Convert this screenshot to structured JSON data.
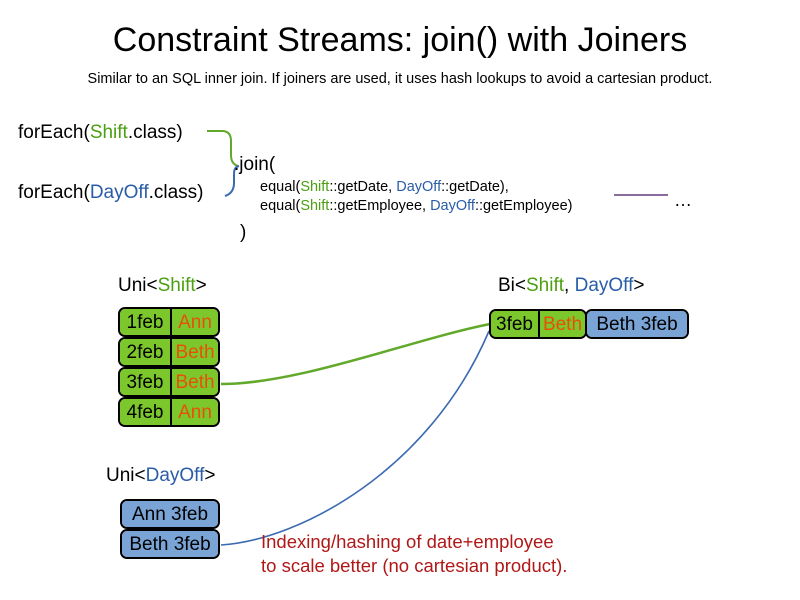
{
  "slide": {
    "title": "Constraint Streams: join() with Joiners",
    "subtitle": "Similar to an SQL inner join. If joiners are used, it uses hash lookups to avoid a cartesian product."
  },
  "code": {
    "foreach_shift": {
      "prefix": "forEach(",
      "type": "Shift",
      "suffix": ".class)"
    },
    "foreach_dayoff": {
      "prefix": "forEach(",
      "type": "DayOff",
      "suffix": ".class)"
    },
    "join_open": ".join(",
    "join_close": ")",
    "args": [
      {
        "pre": "equal(",
        "left_type": "Shift",
        "left_ref": "::getDate, ",
        "right_type": "DayOff",
        "right_ref": "::getDate),"
      },
      {
        "pre": "equal(",
        "left_type": "Shift",
        "left_ref": "::getEmployee, ",
        "right_type": "DayOff",
        "right_ref": "::getEmployee)"
      }
    ],
    "ellipsis": "…"
  },
  "streams": {
    "uni_shift": {
      "label_prefix": "Uni<",
      "label_type": "Shift",
      "label_suffix": ">",
      "rows": [
        {
          "date": "1feb",
          "employee": "Ann"
        },
        {
          "date": "2feb",
          "employee": "Beth"
        },
        {
          "date": "3feb",
          "employee": "Beth"
        },
        {
          "date": "4feb",
          "employee": "Ann"
        }
      ]
    },
    "uni_dayoff": {
      "label_prefix": "Uni<",
      "label_type": "DayOff",
      "label_suffix": ">",
      "rows": [
        {
          "text": "Ann 3feb"
        },
        {
          "text": "Beth 3feb"
        }
      ]
    },
    "bi": {
      "label_prefix": "Bi<",
      "label_type_a": "Shift",
      "label_sep": ", ",
      "label_type_b": "DayOff",
      "label_suffix": ">",
      "shift_date": "3feb",
      "shift_employee": "Beth",
      "dayoff_text": "Beth 3feb"
    }
  },
  "annotation": {
    "line1": "Indexing/hashing of date+employee",
    "line2": "to scale better (no cartesian product)."
  },
  "colors": {
    "shift_green": "#4b9f10",
    "dayoff_blue": "#2a5ca8",
    "box_green": "#7cc82c",
    "box_blue": "#7ba4d6",
    "employee_orange": "#e8500a",
    "annotation_red": "#b01818",
    "connector_green": "#62a92b",
    "connector_blue": "#3a6ab0",
    "rule_purple": "#8b6b9b"
  }
}
